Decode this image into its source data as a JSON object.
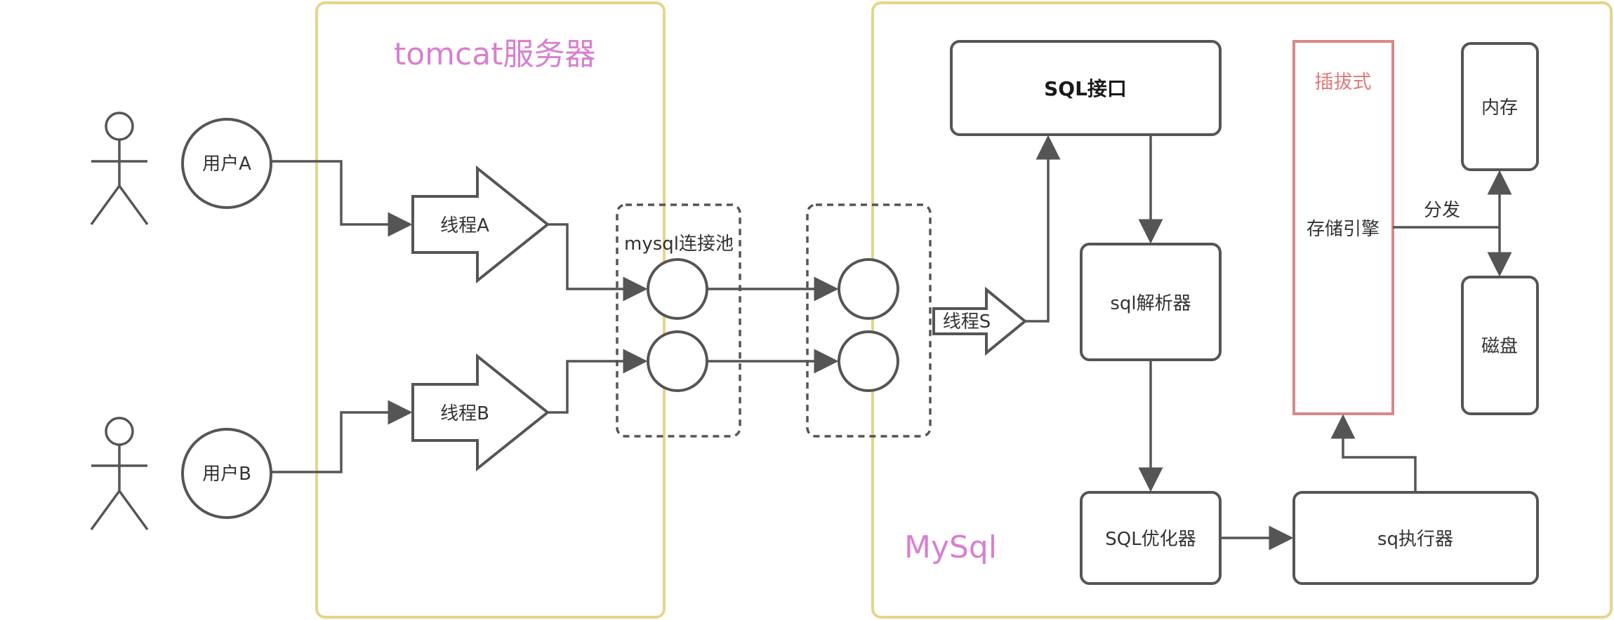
{
  "containers": {
    "tomcat_title": "tomcat服务器",
    "mysql_title": "MySql"
  },
  "users": {
    "user_a": "用户A",
    "user_b": "用户B"
  },
  "threads": {
    "thread_a": "线程A",
    "thread_b": "线程B",
    "thread_s": "线程S"
  },
  "pool": {
    "label": "mysql连接池"
  },
  "mysql": {
    "sql_interface": "SQL接口",
    "sql_parser": "sql解析器",
    "sql_optimizer": "SQL优化器",
    "sql_executor": "sq执行器",
    "storage_engine": "存储引擎",
    "pluggable": "插拔式",
    "dispatch": "分发",
    "memory": "内存",
    "disk": "磁盘"
  },
  "colors": {
    "container_border": "#e6d48a",
    "title_pink": "#d97fd1",
    "engine_border": "#d98888",
    "pluggable_text": "#e07a7a",
    "line": "#555555"
  }
}
